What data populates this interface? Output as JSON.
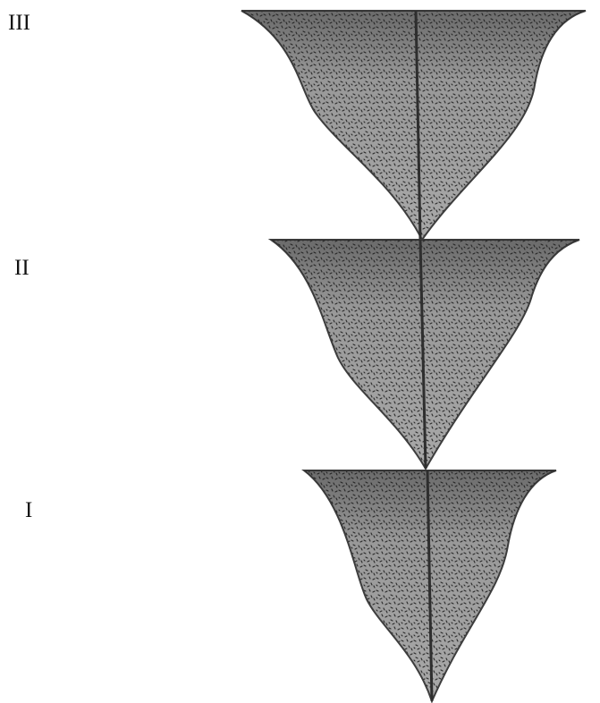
{
  "stages": [
    {
      "id": "stage-3",
      "label": "III"
    },
    {
      "id": "stage-2",
      "label": "II"
    },
    {
      "id": "stage-1",
      "label": "I"
    }
  ],
  "colors": {
    "fill": "#a9a9a9",
    "outline": "#3e3e3e",
    "midrib": "#2e2e2e",
    "stipple": "#2a2a2a"
  }
}
